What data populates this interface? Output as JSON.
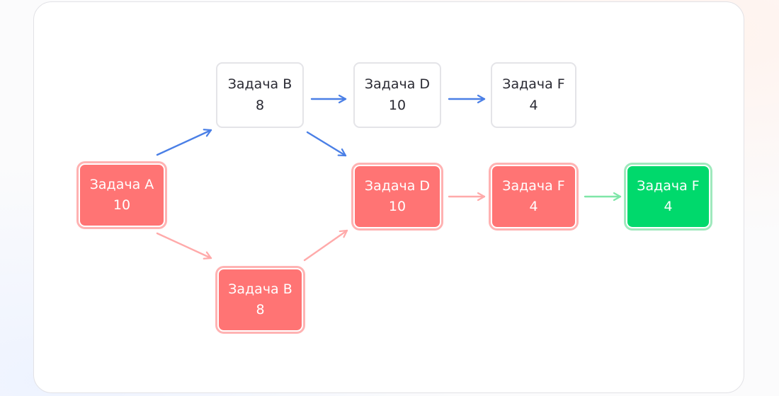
{
  "diagram": {
    "nodes": [
      {
        "id": "top-b",
        "label": "Задача B",
        "value": "8"
      },
      {
        "id": "top-d",
        "label": "Задача D",
        "value": "10"
      },
      {
        "id": "top-f",
        "label": "Задача F",
        "value": "4"
      },
      {
        "id": "crit-a",
        "label": "Задача A",
        "value": "10"
      },
      {
        "id": "crit-d",
        "label": "Задача D",
        "value": "10"
      },
      {
        "id": "crit-f",
        "label": "Задача F",
        "value": "4"
      },
      {
        "id": "final-f",
        "label": "Задача F",
        "value": "4"
      },
      {
        "id": "crit-b",
        "label": "Задача B",
        "value": "8"
      }
    ],
    "edges": [
      {
        "from": "crit-a",
        "to": "top-b",
        "color": "#4a7fe6"
      },
      {
        "from": "top-b",
        "to": "top-d",
        "color": "#4a7fe6"
      },
      {
        "from": "top-d",
        "to": "top-f",
        "color": "#4a7fe6"
      },
      {
        "from": "top-b",
        "to": "crit-d",
        "color": "#4a7fe6"
      },
      {
        "from": "crit-a",
        "to": "crit-b",
        "color": "#ffaaaa"
      },
      {
        "from": "crit-b",
        "to": "crit-d",
        "color": "#ffaaaa"
      },
      {
        "from": "crit-d",
        "to": "crit-f",
        "color": "#ffaaaa"
      },
      {
        "from": "crit-f",
        "to": "final-f",
        "color": "#7fe6a8"
      }
    ],
    "colors": {
      "critical": "#ff7474",
      "final": "#00d96c",
      "plain_border": "#e4e4e8",
      "blue_arrow": "#4a7fe6",
      "pink_arrow": "#ffaaaa",
      "green_arrow": "#7fe6a8"
    }
  }
}
